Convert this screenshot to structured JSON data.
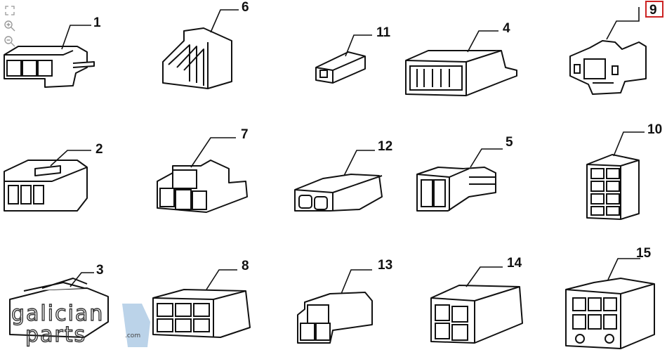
{
  "toolbar": {
    "tools": [
      {
        "name": "fit-screen",
        "icon": "fit-screen-icon"
      },
      {
        "name": "zoom-in",
        "icon": "zoom-in-icon"
      },
      {
        "name": "zoom-out",
        "icon": "zoom-out-icon"
      }
    ]
  },
  "callouts": [
    {
      "label": "1",
      "highlighted": false
    },
    {
      "label": "6",
      "highlighted": false
    },
    {
      "label": "11",
      "highlighted": false
    },
    {
      "label": "4",
      "highlighted": false
    },
    {
      "label": "9",
      "highlighted": true
    },
    {
      "label": "2",
      "highlighted": false
    },
    {
      "label": "7",
      "highlighted": false
    },
    {
      "label": "12",
      "highlighted": false
    },
    {
      "label": "5",
      "highlighted": false
    },
    {
      "label": "10",
      "highlighted": false
    },
    {
      "label": "3",
      "highlighted": false
    },
    {
      "label": "8",
      "highlighted": false
    },
    {
      "label": "13",
      "highlighted": false
    },
    {
      "label": "14",
      "highlighted": false
    },
    {
      "label": "15",
      "highlighted": false
    }
  ],
  "watermark": {
    "line1": "galician",
    "line2": "parts",
    "suffix": ".com",
    "accent": "#aac8e4"
  },
  "colors": {
    "line": "#111111",
    "highlight": "#cc2222",
    "background": "#ffffff"
  }
}
